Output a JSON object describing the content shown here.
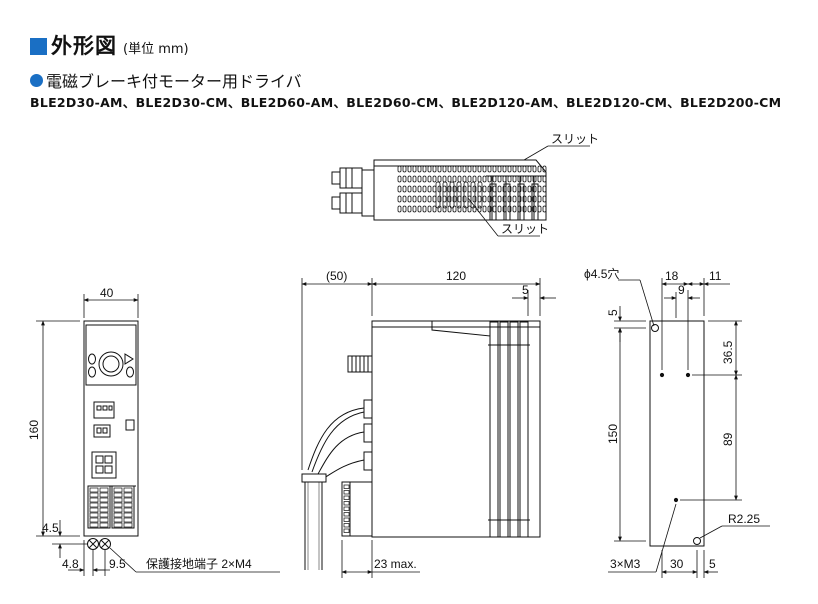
{
  "header": {
    "title": "外形図",
    "unit": "(単位 mm)",
    "subtitle": "電磁ブレーキ付モーター用ドライバ",
    "models": "BLE2D30-AM、BLE2D30-CM、BLE2D60-AM、BLE2D60-CM、BLE2D120-AM、BLE2D120-CM、BLE2D200-CM"
  },
  "top_view": {
    "slit_label_top": "スリット",
    "slit_label_bottom": "スリット"
  },
  "front_view": {
    "width": "40",
    "height": "160",
    "offset_bottom": "4.5",
    "offset_left": "4.8",
    "pitch": "9.5",
    "ground_label": "保護接地端子 2×M4"
  },
  "side_view": {
    "cable": "(50)",
    "depth": "120",
    "fin": "5",
    "connector": "23 max."
  },
  "rear_view": {
    "hole_label": "ϕ4.5穴",
    "dim_18": "18",
    "dim_11": "11",
    "dim_9": "9",
    "dim_5_top": "5",
    "dim_36_5": "36.5",
    "dim_150": "150",
    "dim_89": "89",
    "radius": "R2.25",
    "screws": "3×M3",
    "dim_30": "30",
    "dim_5_bottom": "5"
  }
}
